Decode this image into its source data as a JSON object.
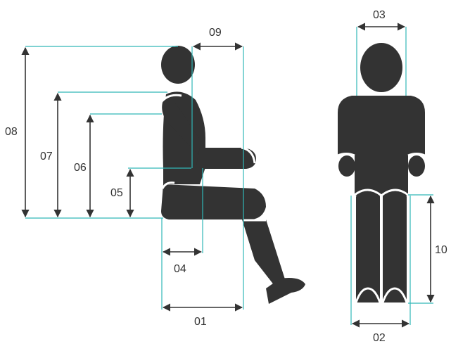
{
  "colors": {
    "figure": "#333333",
    "guide": "#31b7b7",
    "arrow": "#333333",
    "background": "#ffffff"
  },
  "labels": {
    "d01": "01",
    "d02": "02",
    "d03": "03",
    "d04": "04",
    "d05": "05",
    "d06": "06",
    "d07": "07",
    "d08": "08",
    "d09": "09",
    "d10": "10"
  }
}
